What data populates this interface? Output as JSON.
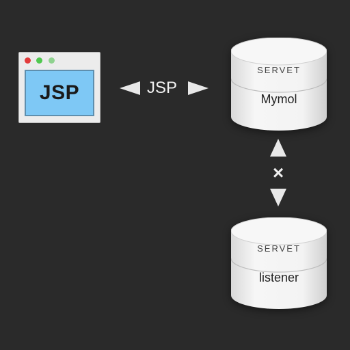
{
  "browser": {
    "label": "JSP",
    "dot_colors": [
      "#e23b3b",
      "#50c850",
      "#79c979"
    ]
  },
  "connector": {
    "label": "JSP"
  },
  "servers": [
    {
      "header": "SERVET",
      "name": "Mymol"
    },
    {
      "header": "SERVET",
      "name": "listener"
    }
  ],
  "vertical_link": {
    "mark": "×"
  },
  "colors": {
    "background": "#2a2a2a",
    "screen": "#7ec8f5",
    "cylinder": "#f1f1f1"
  }
}
